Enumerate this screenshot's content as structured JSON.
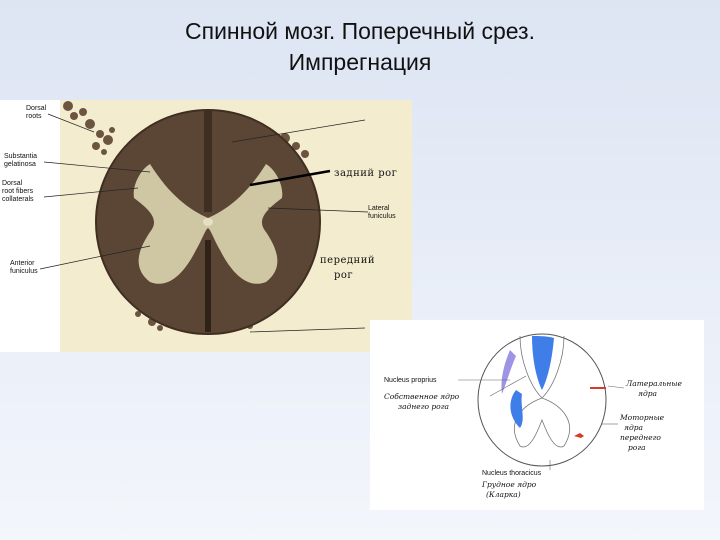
{
  "slide": {
    "title_line1": "Спинной мозг. Поперечный срез.",
    "title_line2": "Импрегнация"
  },
  "photo": {
    "labels_left": [
      "Dorsal",
      "roots",
      "Substantia",
      "gelatinosa",
      "Dorsal",
      "root fibers",
      "collaterals",
      "Anterior",
      "funiculus"
    ],
    "label_lateral": [
      "Lateral",
      "funiculus"
    ],
    "label_dorsal_horn": "задний рог",
    "label_ventral_horn": [
      "передний",
      "рог"
    ]
  },
  "diagram": {
    "nucleus_proprius": "Nucleus proprius",
    "own_nucleus": [
      "Собственное ядро",
      "заднего рога"
    ],
    "lateral_nuclei": [
      "Латеральные",
      "ядра"
    ],
    "motor_nuclei": [
      "Моторные",
      "ядра",
      "переднего",
      "рога"
    ],
    "nucleus_thoracicus": "Nucleus thoracicus",
    "thoracic_nucleus": [
      "Грудное ядро",
      "(Кларка)"
    ]
  },
  "colors": {
    "background": "#e4eaf6",
    "tissue_dark": "#5b4636",
    "gray_matter": "#cfc6a4",
    "diagram_blue": "#3f7ee8",
    "diagram_lilac": "#9d94e6",
    "diagram_red": "#d83a2a"
  }
}
